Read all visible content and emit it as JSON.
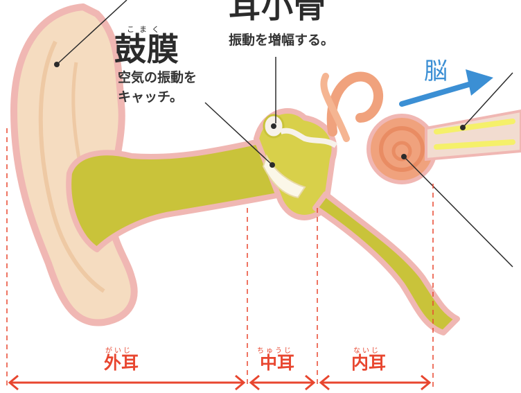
{
  "labels": {
    "ossicles": {
      "title": "耳小骨",
      "desc": "振動を増幅する。"
    },
    "eardrum": {
      "ruby": "こまく",
      "title": "鼓膜",
      "desc_lines": [
        "空気の振動を",
        "キャッチ。"
      ]
    },
    "brain": "脳"
  },
  "sections": {
    "outer": {
      "ruby": "がいじ",
      "label": "外耳"
    },
    "middle": {
      "ruby": "ちゅうじ",
      "label": "中耳"
    },
    "inner": {
      "ruby": "ないじ",
      "label": "内耳"
    }
  },
  "colors": {
    "skin": "#f5dcc0",
    "skin_outline": "#f0b7b3",
    "canal": "#c9c33a",
    "cochlea": "#f0a27d",
    "nerve": "#f5f06a",
    "section_red": "#e8462f",
    "arrow_blue": "#3b8fd4"
  }
}
